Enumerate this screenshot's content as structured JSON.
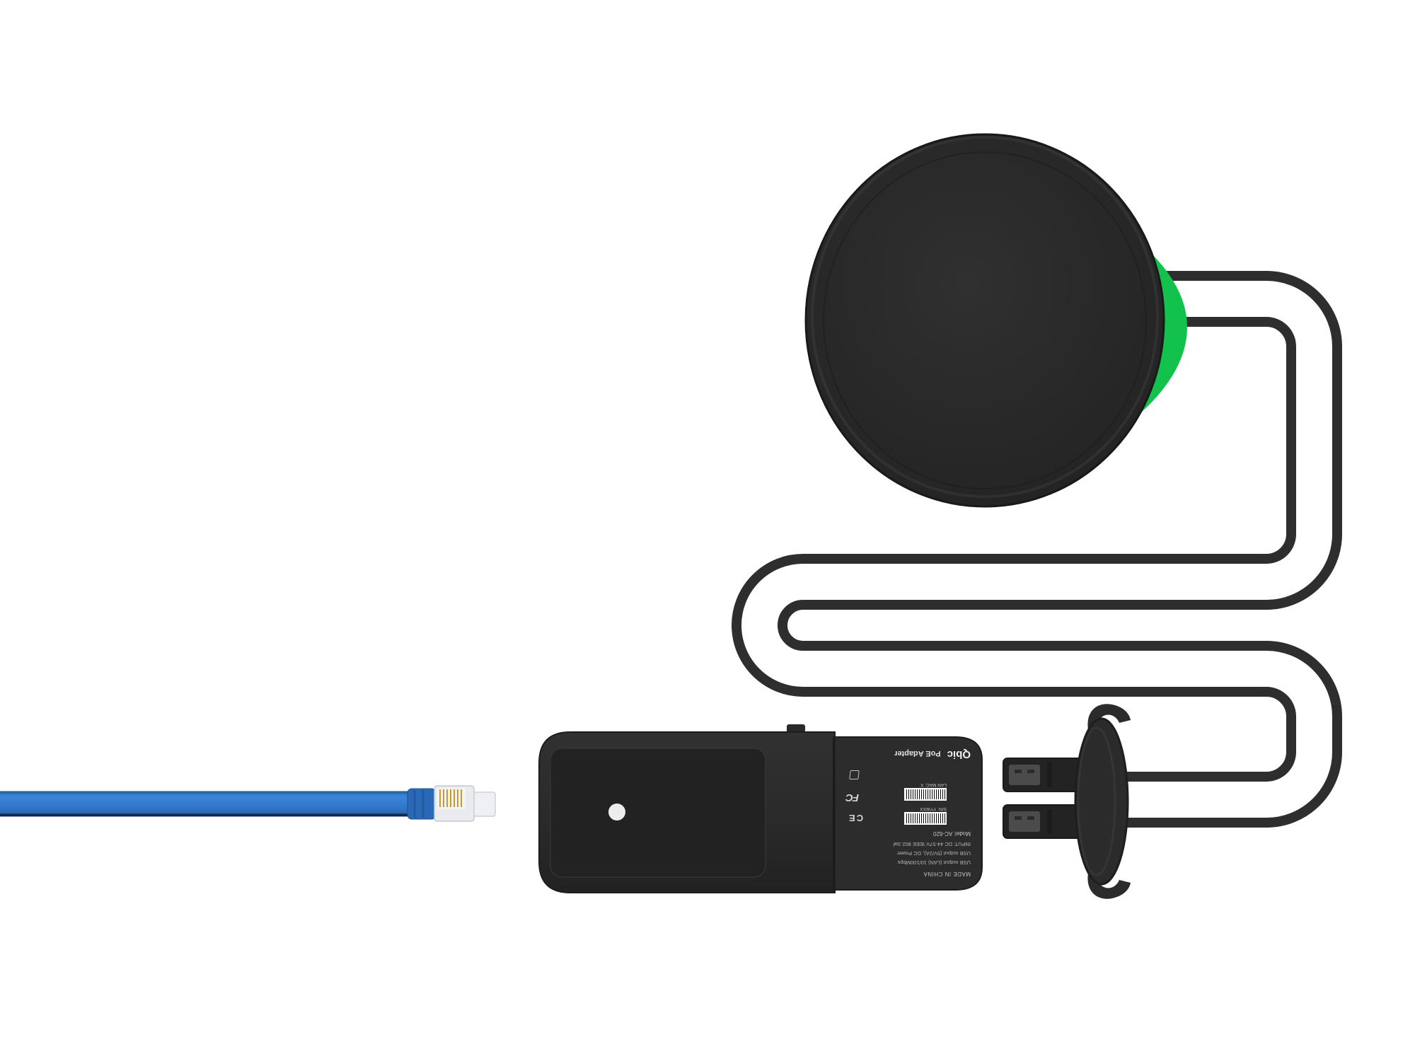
{
  "scene": {
    "description_names": [
      "wireless-device-disc",
      "power-data-cable",
      "poe-adapter",
      "usb-plug-holder",
      "ethernet-cable"
    ],
    "colors": {
      "background": "#ffffff",
      "device_black": "#262626",
      "accent_green": "#12c24c",
      "cable_black": "#2e2e2e",
      "ethernet_blue": "#3079cf",
      "label_text": "#c9c9c9"
    }
  },
  "adapter_label": {
    "brand": "Qbic",
    "product": "PoE Adapter",
    "model": "Model: AC-620",
    "input": "INPUT: DC 44-57V IEEE 802.3af",
    "usb_power": "USB output (5V/2A), DC Power",
    "usb_lan": "USB output (LAN)  10/100Mbps",
    "made_in": "MADE IN CHINA",
    "serial": "S/N: YYWXX",
    "lan_mac": "LAN MAC: X",
    "fcc_mark": "FC",
    "ce_mark": "CE"
  }
}
